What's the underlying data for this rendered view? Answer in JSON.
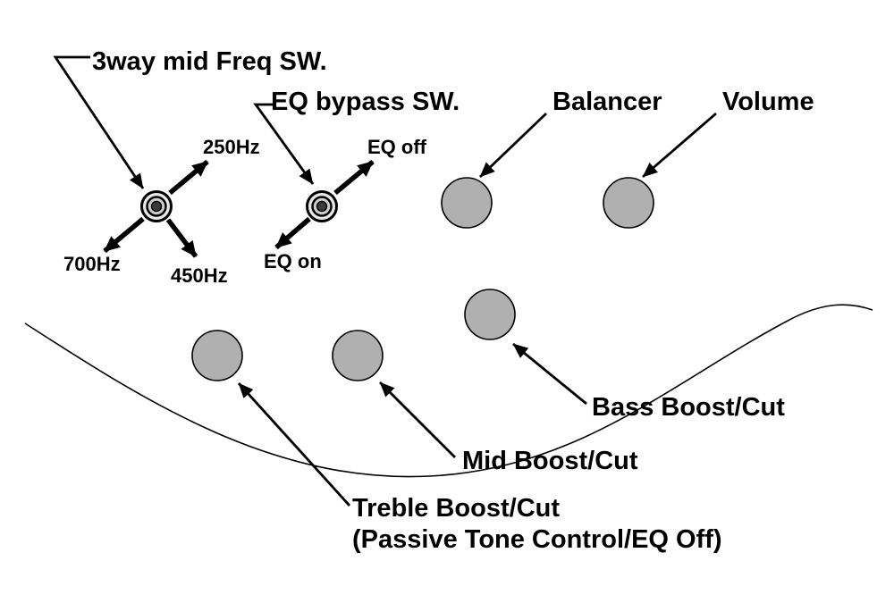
{
  "diagram": {
    "type": "bass-guitar-control-layout",
    "colors": {
      "background": "#ffffff",
      "text": "#000000",
      "line": "#000000",
      "knob_fill": "#b0b0b0",
      "knob_stroke": "#000000"
    },
    "labels": {
      "mid_freq_sw": "3way mid Freq SW.",
      "eq_bypass_sw": "EQ bypass SW.",
      "balancer": "Balancer",
      "volume": "Volume",
      "freq_250": "250Hz",
      "freq_700": "700Hz",
      "freq_450": "450Hz",
      "eq_off": "EQ off",
      "eq_on": "EQ on",
      "bass_boost_cut": "Bass Boost/Cut",
      "mid_boost_cut": "Mid Boost/Cut",
      "treble_boost_cut": "Treble Boost/Cut",
      "treble_boost_cut_note": "(Passive Tone Control/EQ Off)"
    }
  }
}
